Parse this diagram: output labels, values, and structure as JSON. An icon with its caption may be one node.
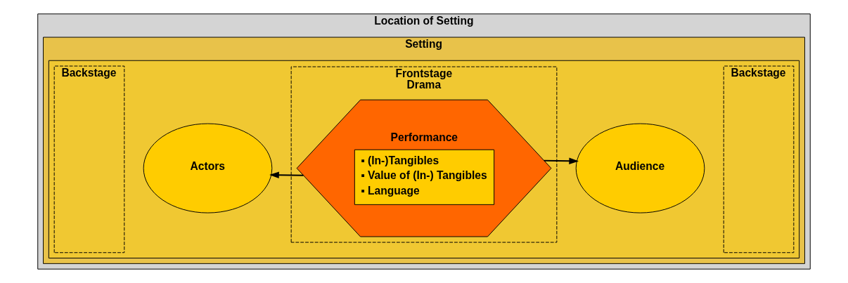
{
  "diagram": {
    "nodes": [
      {
        "text": [
          "Location of Setting"
        ]
      },
      {
        "text": [
          "Setting"
        ],
        "in": 0
      },
      {
        "text": [],
        "shape": "box",
        "in": 1
      },
      {
        "text": [
          "Backstage"
        ],
        "in": 2
      },
      {
        "text": [
          "Frontstage",
          "Drama"
        ],
        "in": 2
      },
      {
        "text": [
          "Backstage"
        ],
        "in": 2
      },
      {
        "text": [
          "Actors"
        ],
        "in": 2
      },
      {
        "text": [
          "Performance",
          "▪ (In-)Tangibles",
          "▪ Value of (In-) Tangibles",
          "▪ Language"
        ],
        "in": 4
      },
      {
        "text": [
          "Audience"
        ],
        "in": 2
      }
    ],
    "edges": [
      {
        "from": 7,
        "to": 6,
        "arrow": "to"
      },
      {
        "from": 7,
        "to": 8,
        "arrow": "to"
      }
    ]
  }
}
